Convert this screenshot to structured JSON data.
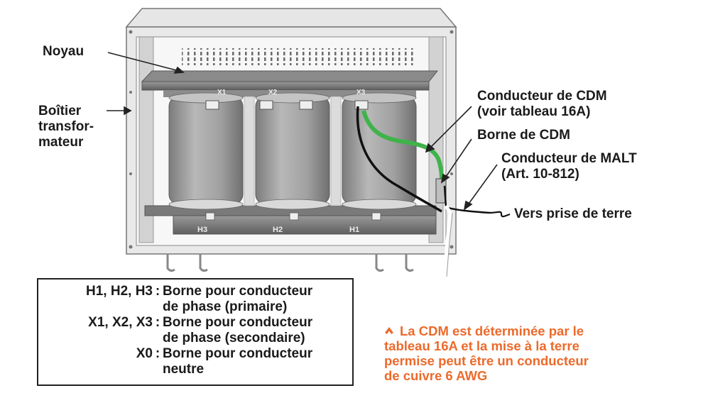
{
  "labels": {
    "noyau": "Noyau",
    "boitier_1": "Boîtier",
    "boitier_2": "transfor-",
    "boitier_3": "mateur",
    "cdm_conductor_1": "Conducteur de CDM",
    "cdm_conductor_2": "(voir tableau 16A)",
    "cdm_terminal": "Borne de CDM",
    "malt_conductor_1": "Conducteur de MALT",
    "malt_conductor_2": "(Art. 10-812)",
    "ground_outlet": "Vers prise de terre"
  },
  "terminals": {
    "secondary": [
      "X1",
      "X2",
      "X3"
    ],
    "primary": [
      "H3",
      "H2",
      "H1"
    ]
  },
  "legend": [
    {
      "key": "H1, H2, H3",
      "desc": [
        "Borne pour conducteur",
        "de phase (primaire)"
      ]
    },
    {
      "key": "X1, X2, X3",
      "desc": [
        "Borne pour conducteur",
        "de phase (secondaire)"
      ]
    },
    {
      "key": "X0",
      "desc": [
        "Borne pour conducteur",
        "neutre"
      ]
    }
  ],
  "note": {
    "icon": "caret-up-icon",
    "lines": [
      "La CDM est déterminée par le",
      "tableau 16A et la mise à la terre",
      "permise peut être un conducteur",
      "de cuivre 6 AWG"
    ]
  },
  "colors": {
    "note_text": "#ec6a2b",
    "cdm_wire": "#3fb34a",
    "coil": "#a3a3a3",
    "enclosure": "#dcdcdc"
  }
}
